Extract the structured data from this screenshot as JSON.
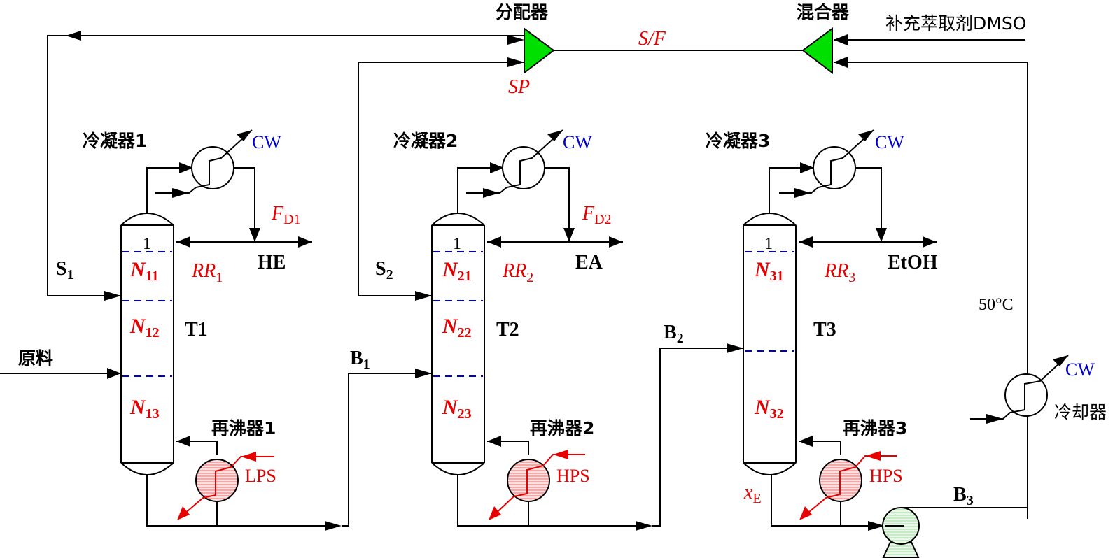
{
  "colors": {
    "line": "#000000",
    "stage_divider": "#0000cc",
    "steam": "#e60000",
    "cooling_water": "#0000cc",
    "splitter_mixer_fill": "#00e000",
    "reboiler_fill": "#f7b8b8",
    "pump_fill": "#cdeccd"
  },
  "splitter": {
    "label": "分配器",
    "tag": "SP"
  },
  "mixer": {
    "label": "混合器"
  },
  "makeup": {
    "label": "补充萃取剂DMSO"
  },
  "solvent_ratio": {
    "label": "S/F"
  },
  "feed": {
    "label": "原料"
  },
  "columns": [
    {
      "id": "T1",
      "condenser": "冷凝器1",
      "reboiler": "再沸器1",
      "heating_medium": "LPS",
      "cooling_medium": "CW",
      "top_stage": "1",
      "distillate_flow": {
        "main": "F",
        "sub": "D1"
      },
      "reflux_ratio": {
        "main": "RR",
        "sub": "1"
      },
      "product": "HE",
      "sections": [
        {
          "main": "N",
          "sub": "11"
        },
        {
          "main": "N",
          "sub": "12"
        },
        {
          "main": "N",
          "sub": "13"
        }
      ],
      "solvent_stream": {
        "main": "S",
        "sub": "1"
      },
      "bottoms_stream": {
        "main": "B",
        "sub": "1"
      }
    },
    {
      "id": "T2",
      "condenser": "冷凝器2",
      "reboiler": "再沸器2",
      "heating_medium": "HPS",
      "cooling_medium": "CW",
      "top_stage": "1",
      "distillate_flow": {
        "main": "F",
        "sub": "D2"
      },
      "reflux_ratio": {
        "main": "RR",
        "sub": "2"
      },
      "product": "EA",
      "sections": [
        {
          "main": "N",
          "sub": "21"
        },
        {
          "main": "N",
          "sub": "22"
        },
        {
          "main": "N",
          "sub": "23"
        }
      ],
      "solvent_stream": {
        "main": "S",
        "sub": "2"
      },
      "bottoms_stream": {
        "main": "B",
        "sub": "2"
      }
    },
    {
      "id": "T3",
      "condenser": "冷凝器3",
      "reboiler": "再沸器3",
      "heating_medium": "HPS",
      "cooling_medium": "CW",
      "top_stage": "1",
      "reflux_ratio": {
        "main": "RR",
        "sub": "3"
      },
      "product": "EtOH",
      "sections": [
        {
          "main": "N",
          "sub": "31"
        },
        {
          "main": "N",
          "sub": "32"
        }
      ],
      "bottoms_stream": {
        "main": "B",
        "sub": "3"
      },
      "bottoms_purity": {
        "main": "x",
        "sub": "E"
      }
    }
  ],
  "cooler": {
    "label": "冷却器",
    "medium": "CW",
    "temperature": "50°C"
  }
}
